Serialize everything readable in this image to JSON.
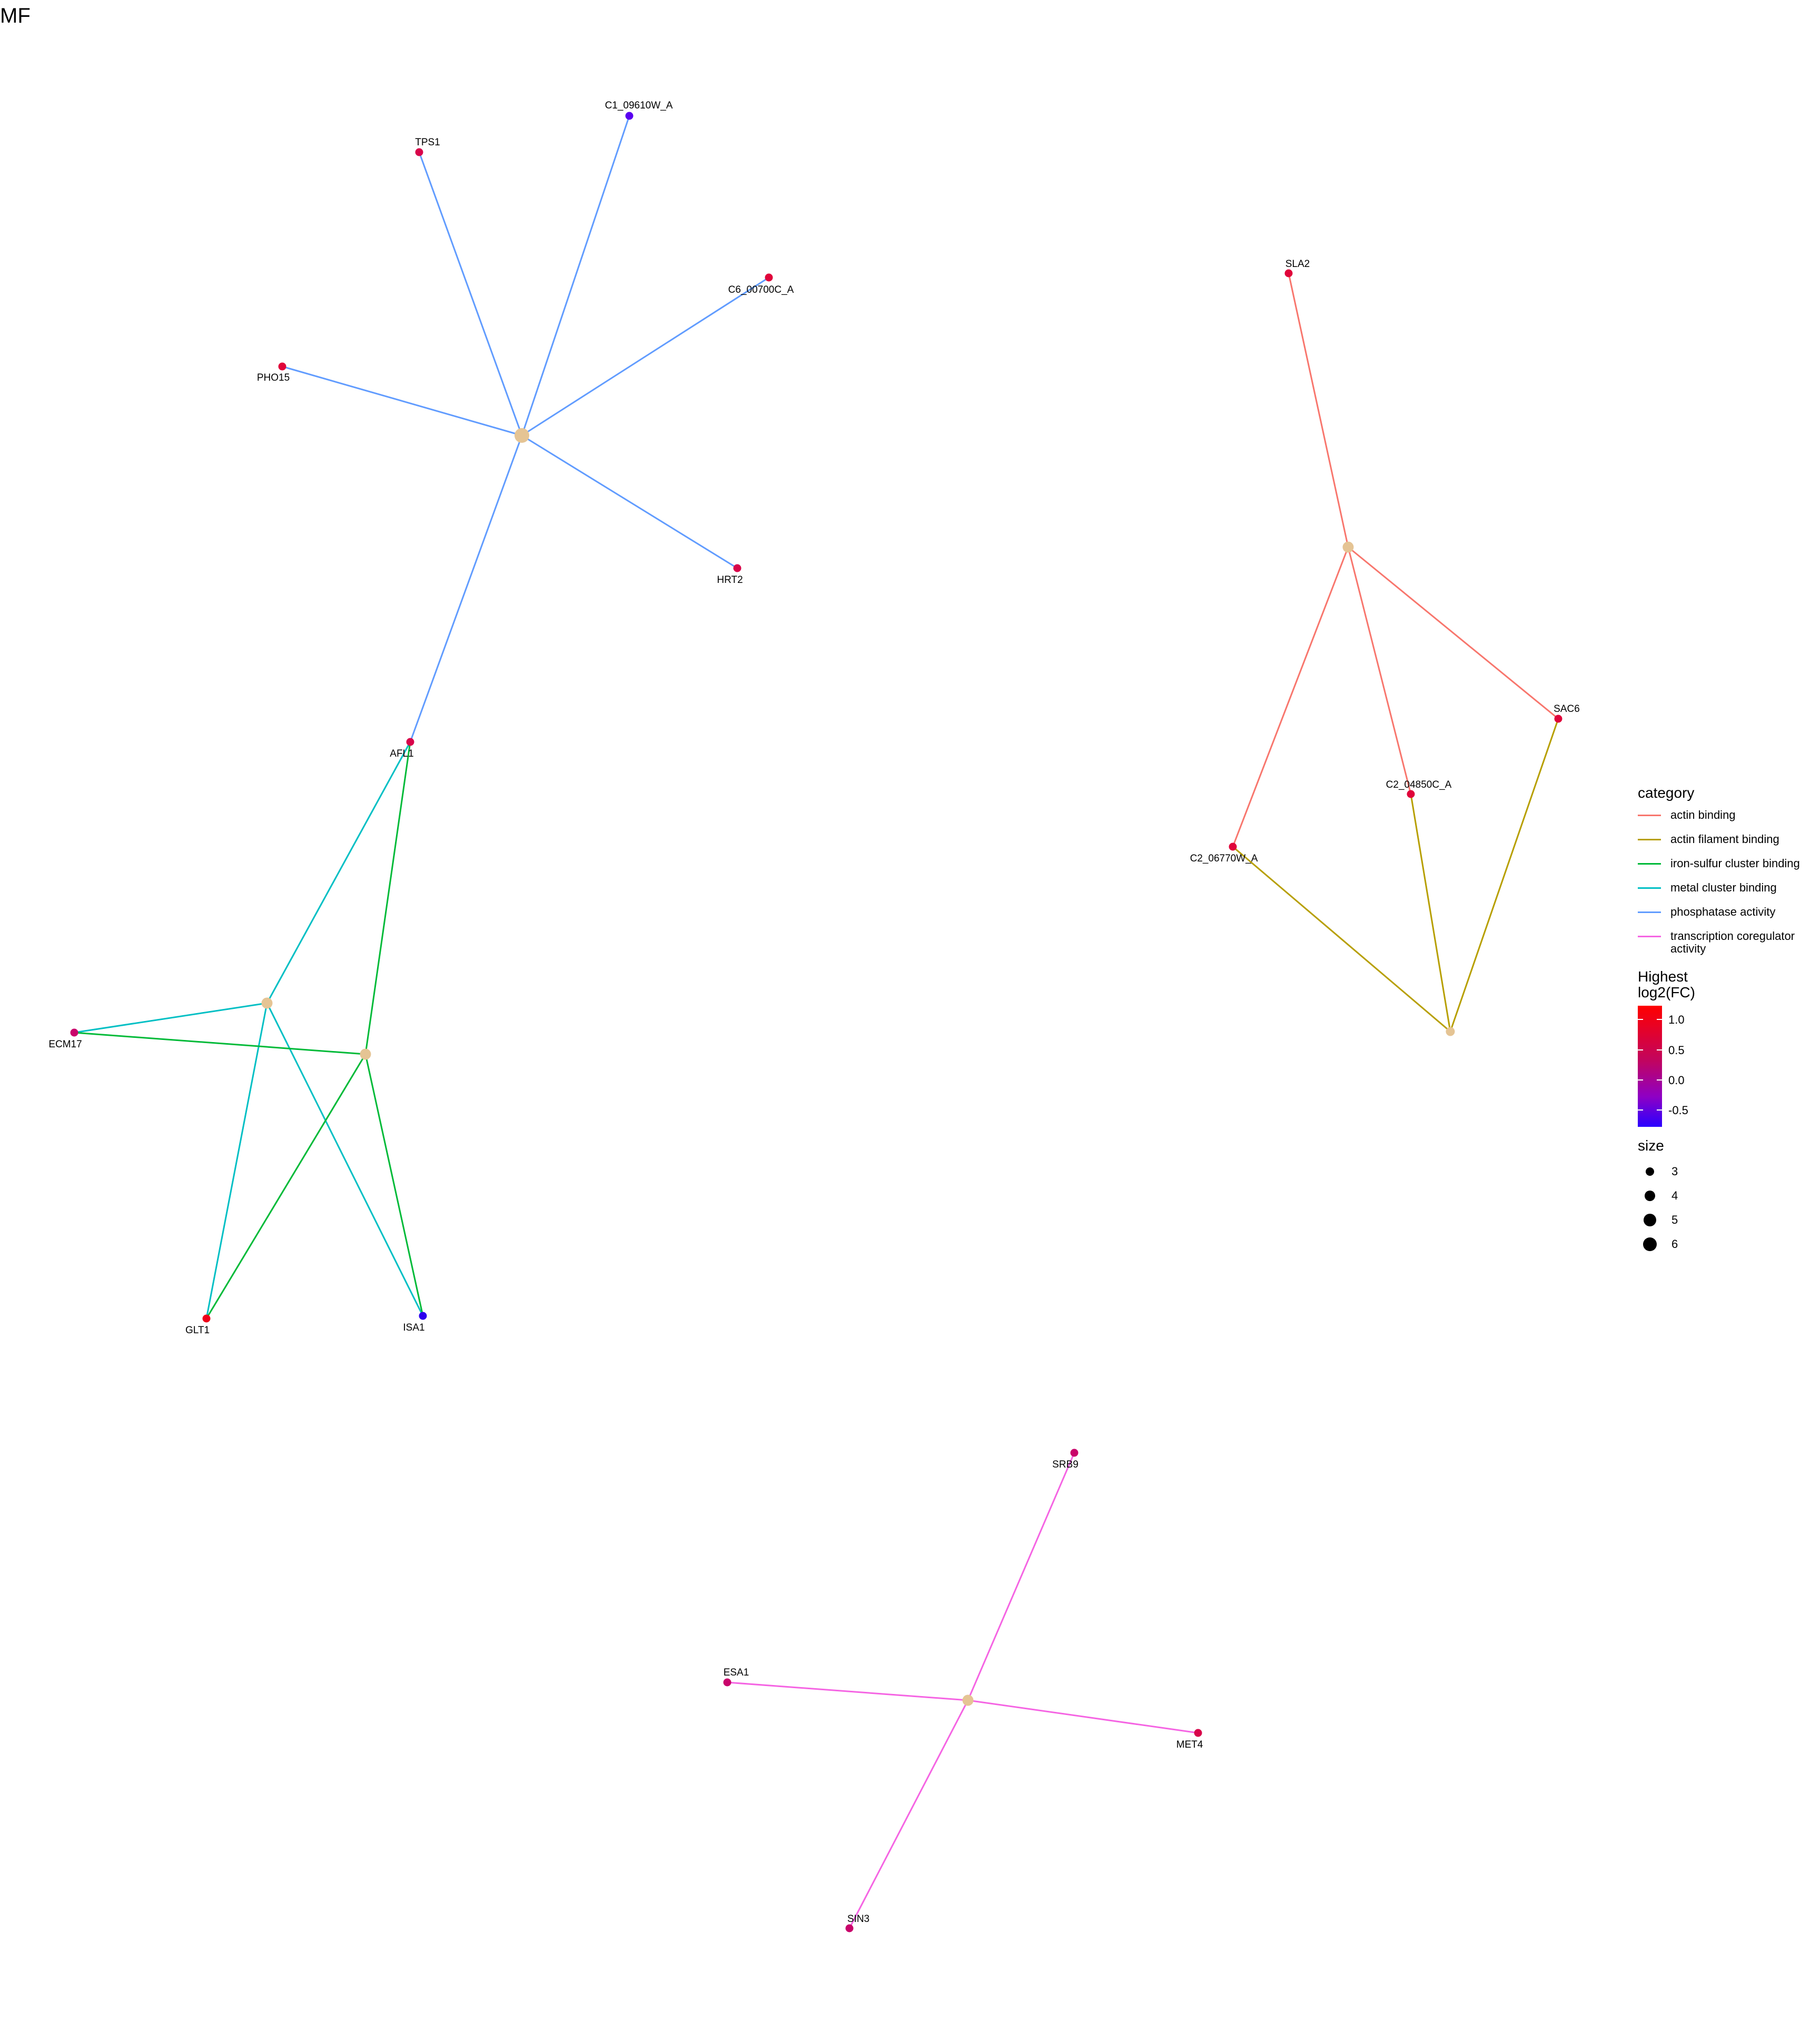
{
  "title": "MF",
  "legend": {
    "category_title": "category",
    "categories": [
      {
        "label": "actin binding",
        "color": "#F8766D"
      },
      {
        "label": "actin filament binding",
        "color": "#B79F00"
      },
      {
        "label": "iron-sulfur cluster binding",
        "color": "#00BA38"
      },
      {
        "label": "metal cluster binding",
        "color": "#00BFC4"
      },
      {
        "label": "phosphatase activity",
        "color": "#619CFF"
      },
      {
        "label": "transcription coregulator activity",
        "color": "#F564E3"
      }
    ],
    "colorbar_title_line1": "Highest",
    "colorbar_title_line2": "log2(FC)",
    "colorbar_ticks": [
      {
        "label": "1.0",
        "value": 1.0
      },
      {
        "label": "0.5",
        "value": 0.5
      },
      {
        "label": "0.0",
        "value": 0.0
      },
      {
        "label": "-0.5",
        "value": -0.5
      }
    ],
    "size_title": "size",
    "sizes": [
      {
        "label": "3",
        "value": 3
      },
      {
        "label": "4",
        "value": 4
      },
      {
        "label": "5",
        "value": 5
      },
      {
        "label": "6",
        "value": 6
      }
    ]
  },
  "network": {
    "hub_color": "#E5C494",
    "genes": [
      {
        "id": "C1_09610W_A",
        "label": "C1_09610W_A",
        "color": "#5a00f0"
      },
      {
        "id": "TPS1",
        "label": "TPS1",
        "color": "#d8044a"
      },
      {
        "id": "C6_00700C_A",
        "label": "C6_00700C_A",
        "color": "#e0043a"
      },
      {
        "id": "PHO15",
        "label": "PHO15",
        "color": "#e0043a"
      },
      {
        "id": "HRT2",
        "label": "HRT2",
        "color": "#d8044a"
      },
      {
        "id": "AFL1",
        "label": "AFL1",
        "color": "#d8044a"
      },
      {
        "id": "ECM17",
        "label": "ECM17",
        "color": "#c9046b"
      },
      {
        "id": "GLT1",
        "label": "GLT1",
        "color": "#ee0018"
      },
      {
        "id": "ISA1",
        "label": "ISA1",
        "color": "#2c00ee"
      },
      {
        "id": "SLA2",
        "label": "SLA2",
        "color": "#e0043a"
      },
      {
        "id": "SAC6",
        "label": "SAC6",
        "color": "#e0043a"
      },
      {
        "id": "C2_04850C_A",
        "label": "C2_04850C_A",
        "color": "#e0043a"
      },
      {
        "id": "C2_06770W_A",
        "label": "C2_06770W_A",
        "color": "#e0043a"
      },
      {
        "id": "SRB9",
        "label": "SRB9",
        "color": "#c9046b"
      },
      {
        "id": "ESA1",
        "label": "ESA1",
        "color": "#c9046b"
      },
      {
        "id": "MET4",
        "label": "MET4",
        "color": "#d8044a"
      },
      {
        "id": "SIN3",
        "label": "SIN3",
        "color": "#c9046b"
      }
    ],
    "hubs": [
      {
        "id": "phosphatase activity",
        "category": "phosphatase activity",
        "size": 6
      },
      {
        "id": "metal cluster binding",
        "category": "metal cluster binding",
        "size": 4
      },
      {
        "id": "iron-sulfur cluster binding",
        "category": "iron-sulfur cluster binding",
        "size": 4
      },
      {
        "id": "actin binding",
        "category": "actin binding",
        "size": 4
      },
      {
        "id": "actin filament binding",
        "category": "actin filament binding",
        "size": 3
      },
      {
        "id": "transcription coregulator activity",
        "category": "transcription coregulator activity",
        "size": 4
      }
    ],
    "edges": [
      {
        "hub": "phosphatase activity",
        "gene": "C1_09610W_A"
      },
      {
        "hub": "phosphatase activity",
        "gene": "TPS1"
      },
      {
        "hub": "phosphatase activity",
        "gene": "C6_00700C_A"
      },
      {
        "hub": "phosphatase activity",
        "gene": "PHO15"
      },
      {
        "hub": "phosphatase activity",
        "gene": "HRT2"
      },
      {
        "hub": "phosphatase activity",
        "gene": "AFL1"
      },
      {
        "hub": "metal cluster binding",
        "gene": "AFL1"
      },
      {
        "hub": "metal cluster binding",
        "gene": "ECM17"
      },
      {
        "hub": "metal cluster binding",
        "gene": "GLT1"
      },
      {
        "hub": "metal cluster binding",
        "gene": "ISA1"
      },
      {
        "hub": "iron-sulfur cluster binding",
        "gene": "AFL1"
      },
      {
        "hub": "iron-sulfur cluster binding",
        "gene": "ECM17"
      },
      {
        "hub": "iron-sulfur cluster binding",
        "gene": "GLT1"
      },
      {
        "hub": "iron-sulfur cluster binding",
        "gene": "ISA1"
      },
      {
        "hub": "actin binding",
        "gene": "SLA2"
      },
      {
        "hub": "actin binding",
        "gene": "SAC6"
      },
      {
        "hub": "actin binding",
        "gene": "C2_04850C_A"
      },
      {
        "hub": "actin binding",
        "gene": "C2_06770W_A"
      },
      {
        "hub": "actin filament binding",
        "gene": "SAC6"
      },
      {
        "hub": "actin filament binding",
        "gene": "C2_04850C_A"
      },
      {
        "hub": "actin filament binding",
        "gene": "C2_06770W_A"
      },
      {
        "hub": "transcription coregulator activity",
        "gene": "SRB9"
      },
      {
        "hub": "transcription coregulator activity",
        "gene": "ESA1"
      },
      {
        "hub": "transcription coregulator activity",
        "gene": "MET4"
      },
      {
        "hub": "transcription coregulator activity",
        "gene": "SIN3"
      }
    ]
  }
}
